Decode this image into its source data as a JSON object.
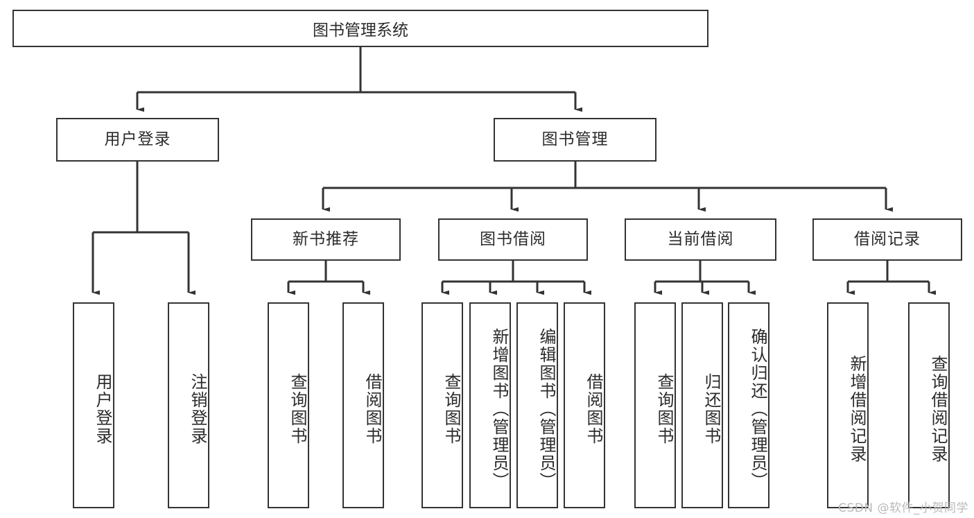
{
  "diagram": {
    "type": "tree-hierarchy-chart",
    "title": "图书管理系统",
    "orientation": "top-down",
    "levels": 4,
    "root": {
      "id": "root",
      "label": "图书管理系统",
      "text_direction": "horizontal"
    },
    "level2": [
      {
        "id": "user-login",
        "label": "用户登录",
        "text_direction": "horizontal"
      },
      {
        "id": "book-management",
        "label": "图书管理",
        "text_direction": "horizontal"
      }
    ],
    "level3": [
      {
        "id": "new-book-recommend",
        "label": "新书推荐",
        "parent": "book-management",
        "text_direction": "horizontal"
      },
      {
        "id": "book-borrow",
        "label": "图书借阅",
        "parent": "book-management",
        "text_direction": "horizontal"
      },
      {
        "id": "current-borrow",
        "label": "当前借阅",
        "parent": "book-management",
        "text_direction": "horizontal"
      },
      {
        "id": "borrow-record",
        "label": "借阅记录",
        "parent": "book-management",
        "text_direction": "horizontal"
      }
    ],
    "leaves": [
      {
        "id": "leaf-user-login",
        "label": "用户登录",
        "parent": "user-login",
        "text_direction": "vertical"
      },
      {
        "id": "leaf-logout-login",
        "label": "注销登录",
        "parent": "user-login",
        "text_direction": "vertical"
      },
      {
        "id": "leaf-query-book-1",
        "label": "查询图书",
        "parent": "new-book-recommend",
        "text_direction": "vertical"
      },
      {
        "id": "leaf-borrow-book-1",
        "label": "借阅图书",
        "parent": "new-book-recommend",
        "text_direction": "vertical"
      },
      {
        "id": "leaf-query-book-2",
        "label": "查询图书",
        "parent": "book-borrow",
        "text_direction": "vertical"
      },
      {
        "id": "leaf-add-book",
        "label": "新增图书（管理员）",
        "parent": "book-borrow",
        "text_direction": "vertical"
      },
      {
        "id": "leaf-edit-book",
        "label": "编辑图书（管理员）",
        "parent": "book-borrow",
        "text_direction": "vertical"
      },
      {
        "id": "leaf-borrow-book-2",
        "label": "借阅图书",
        "parent": "book-borrow",
        "text_direction": "vertical"
      },
      {
        "id": "leaf-query-book-3",
        "label": "查询图书",
        "parent": "current-borrow",
        "text_direction": "vertical"
      },
      {
        "id": "leaf-return-book",
        "label": "归还图书",
        "parent": "current-borrow",
        "text_direction": "vertical"
      },
      {
        "id": "leaf-confirm-return",
        "label": "确认归还（管理员）",
        "parent": "current-borrow",
        "text_direction": "vertical"
      },
      {
        "id": "leaf-add-record",
        "label": "新增借阅记录",
        "parent": "borrow-record",
        "text_direction": "vertical"
      },
      {
        "id": "leaf-query-record",
        "label": "查询借阅记录",
        "parent": "borrow-record",
        "text_direction": "vertical"
      }
    ],
    "colors": {
      "border": "#333333",
      "text": "#2b2b2b",
      "background": "#ffffff",
      "connector": "#333333",
      "watermark": "#b9b9b9"
    }
  },
  "watermark": {
    "text": "CSDN @软件_小贺同学"
  }
}
